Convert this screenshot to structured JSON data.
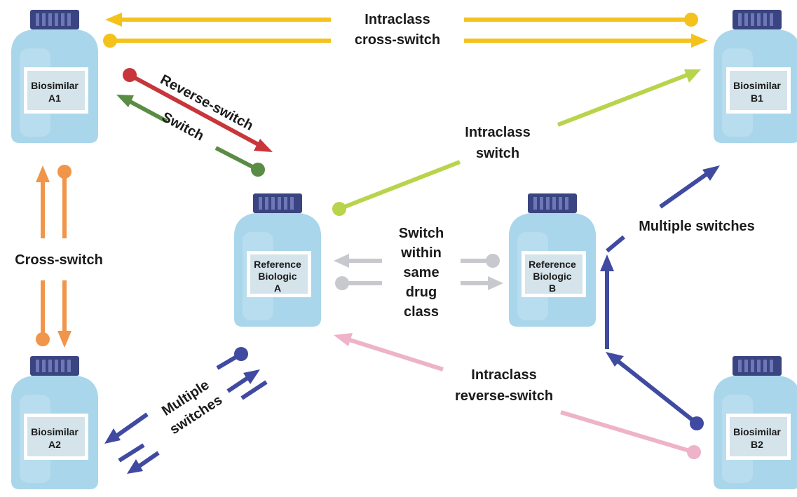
{
  "bottles": {
    "a1": {
      "line1": "Biosimilar",
      "line2": "A1"
    },
    "a2": {
      "line1": "Biosimilar",
      "line2": "A2"
    },
    "b1": {
      "line1": "Biosimilar",
      "line2": "B1"
    },
    "b2": {
      "line1": "Biosimilar",
      "line2": "B2"
    },
    "ref_a": {
      "line1": "Reference",
      "line2": "Biologic",
      "line3": "A"
    },
    "ref_b": {
      "line1": "Reference",
      "line2": "Biologic",
      "line3": "B"
    }
  },
  "labels": {
    "intraclass_cross_switch": {
      "line1": "Intraclass",
      "line2": "cross-switch"
    },
    "reverse_switch": "Reverse-switch",
    "switch": "Switch",
    "intraclass_switch": {
      "line1": "Intraclass",
      "line2": "switch"
    },
    "cross_switch": "Cross-switch",
    "switch_within": {
      "line1": "Switch",
      "line2": "within",
      "line3": "same",
      "line4": "drug",
      "line5": "class"
    },
    "multiple_switches_right": "Multiple switches",
    "multiple_switches_left": {
      "line1": "Multiple",
      "line2": "switches"
    },
    "intraclass_reverse_switch": {
      "line1": "Intraclass",
      "line2": "reverse-switch"
    }
  },
  "colors": {
    "yellow": "#f5c21b",
    "red": "#c8353a",
    "green": "#5a8c46",
    "lime": "#b8d44a",
    "orange": "#f0954a",
    "gray": "#c7c9ce",
    "blue": "#3f4aa0",
    "pink": "#eeb3c9",
    "bottle": "#a9d6ea",
    "cap": "#3a4480"
  }
}
